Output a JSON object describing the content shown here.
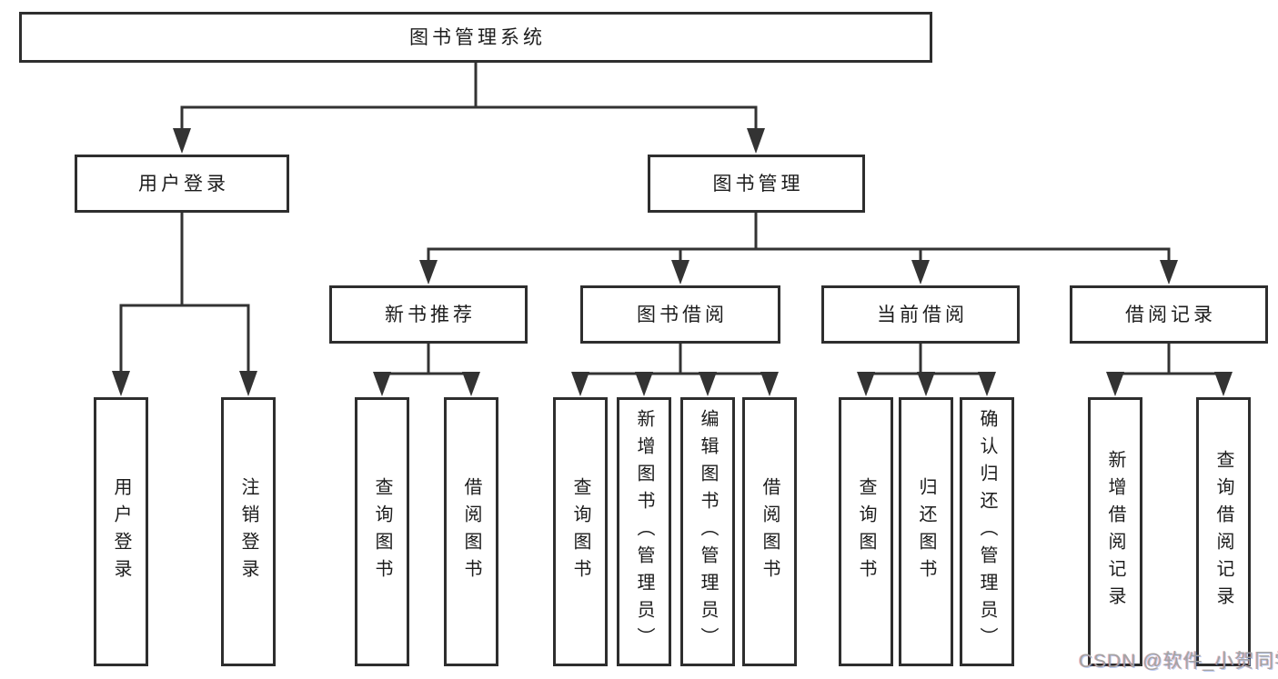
{
  "diagram": {
    "root": {
      "label": "图书管理系统"
    },
    "branches": [
      {
        "label": "用户登录"
      },
      {
        "label": "图书管理"
      }
    ],
    "modules": [
      {
        "label": "新书推荐"
      },
      {
        "label": "图书借阅"
      },
      {
        "label": "当前借阅"
      },
      {
        "label": "借阅记录"
      }
    ],
    "leaves": [
      {
        "label": "用户登录"
      },
      {
        "label": "注销登录"
      },
      {
        "label": "查询图书"
      },
      {
        "label": "借阅图书"
      },
      {
        "label": "查询图书"
      },
      {
        "label": "新增图书（管理员）"
      },
      {
        "label": "编辑图书（管理员）"
      },
      {
        "label": "借阅图书"
      },
      {
        "label": "查询图书"
      },
      {
        "label": "归还图书"
      },
      {
        "label": "确认归还（管理员）"
      },
      {
        "label": "新增借阅记录"
      },
      {
        "label": "查询借阅记录"
      }
    ]
  },
  "watermark": {
    "text": "CSDN @软件_小贺同学"
  },
  "colors": {
    "line": "#333333",
    "border": "#2e2e2e",
    "text": "#1c1c1c",
    "watermark_gray": "#a3a3a3",
    "background": "#ffffff"
  }
}
